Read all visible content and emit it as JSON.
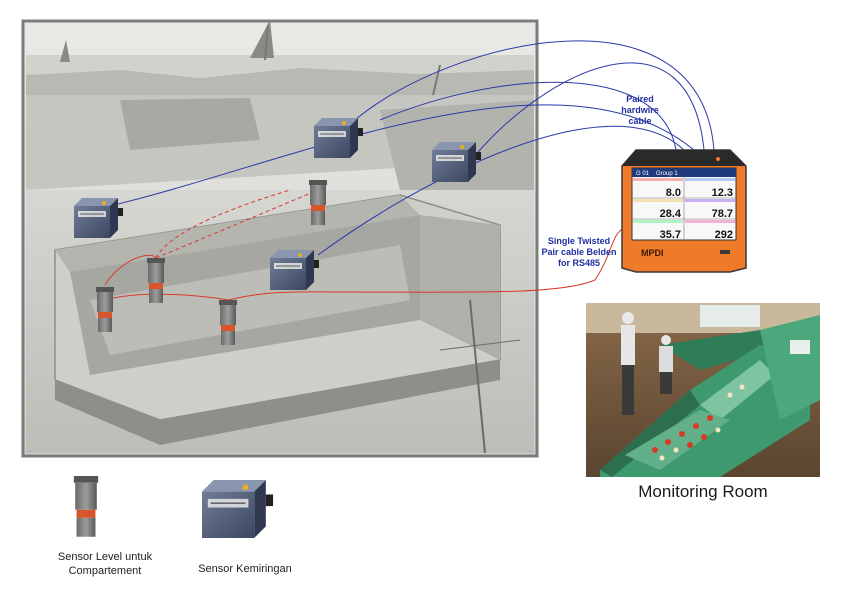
{
  "devices": {
    "level_sensor_label": "Sensor Level untuk Compartement",
    "tilt_sensor_label": "Sensor Kemiringan",
    "monitoring_room_label": "Monitoring Room"
  },
  "cables": {
    "hardwire_label": "Paired hardwire cable",
    "twisted_pair_label": "Single Twisted Pair cable Belden for RS485"
  },
  "mpdi": {
    "brand": "MPDI",
    "header_left": "G 01",
    "header_group": "Group 1",
    "readings": [
      "8.0",
      "12.3",
      "28.4",
      "78.7",
      "35.7",
      "292"
    ]
  },
  "colors": {
    "hardwire": "#2a3aa8",
    "twisted_pair": "#d63a2a",
    "mpdi_body": "#ef7b2a",
    "console_green": "#3e9a6e"
  }
}
